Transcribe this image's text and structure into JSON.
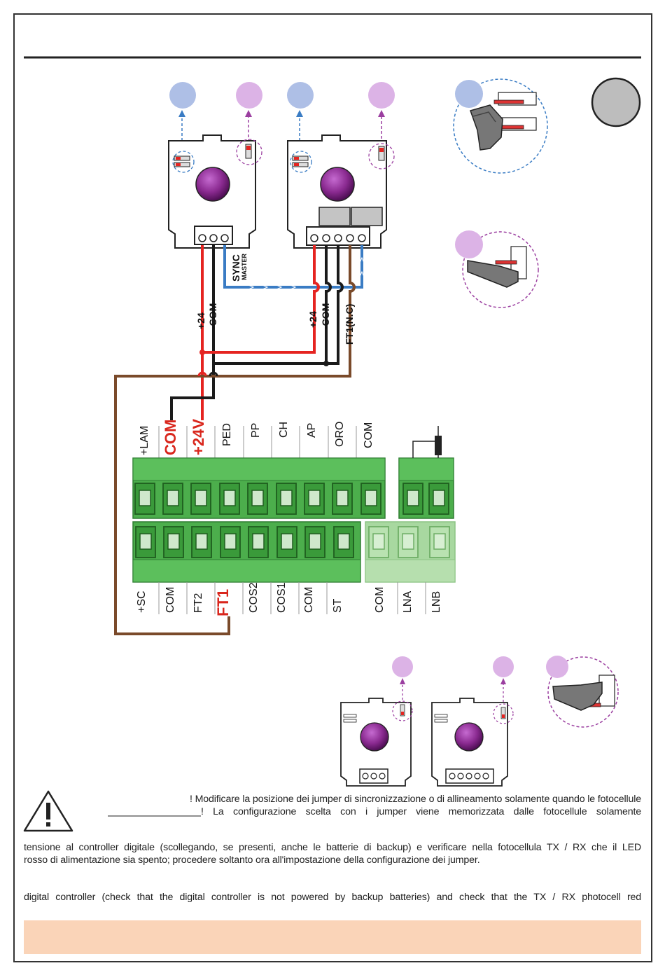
{
  "top_terminal_labels": [
    "+LAM",
    "COM",
    "+24V",
    "PED",
    "PP",
    "CH",
    "AP",
    "ORO",
    "COM"
  ],
  "bottom_terminal_labels": [
    "+SC",
    "COM",
    "FT2",
    "FT1",
    "COS2",
    "COS1",
    "COM",
    "ST",
    "COM",
    "LNA",
    "LNB"
  ],
  "wire_labels": {
    "rx_plus24": "+24",
    "rx_com": "-COM",
    "tx_plus24": "+24",
    "tx_com": "-COM",
    "ft1": "FT1(N.C)",
    "sync": "SYNC",
    "master": "MASTER"
  },
  "notes": {
    "line1": "! Modificare la posizione dei jumper di sincronizzazione o di allineamento solamente quando le fotocellule",
    "line2": "! La configurazione scelta con i jumper viene memorizzata dalle fotocellule solamente",
    "line3": "tensione al controller digitale (scollegando, se presenti, anche le batterie di backup) e verificare nella fotocellula TX / RX che il LED",
    "line4": "rosso di alimentazione sia spento; procedere soltanto ora all'impostazione della configurazione dei jumper.",
    "line5": "digital controller (check that the digital controller is not powered by backup batteries) and check that the TX / RX photocell red"
  },
  "colors": {
    "wire_red": "#e52421",
    "wire_black": "#1a1a1a",
    "wire_blue": "#3a7cc4",
    "wire_brown": "#7a4a2a",
    "terminal_green": "#4cae4c",
    "terminal_light_green": "#a8d8a0",
    "jumper_purple": "#9b3fa0",
    "marker_blue": "#aebfe6",
    "marker_purple": "#dcb3e6",
    "footer_band": "#fad4b8",
    "highlight_label_red": "#d9261c"
  },
  "icons": [
    "warning-triangle-icon",
    "circle-marker-grey-icon"
  ]
}
